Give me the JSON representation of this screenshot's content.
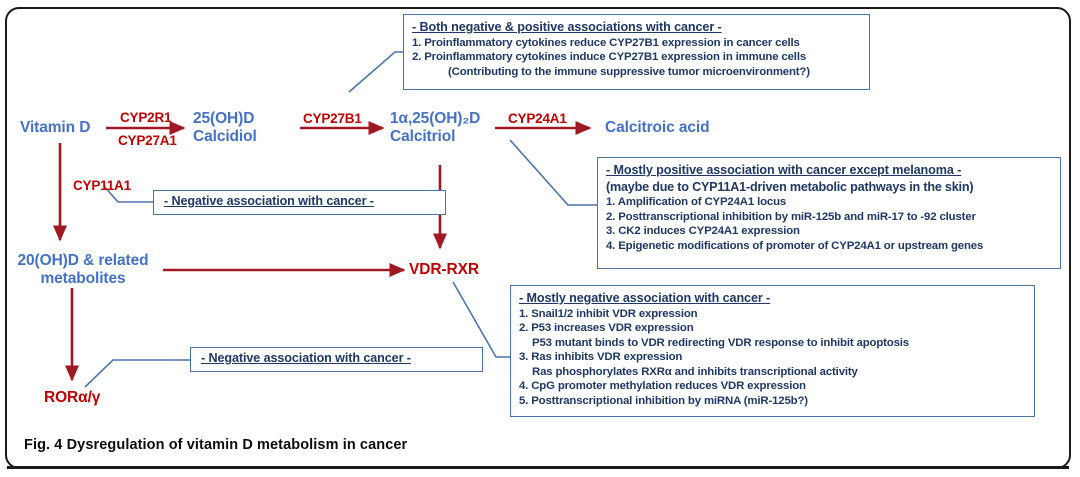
{
  "figure": {
    "caption": "Fig. 4 Dysregulation of vitamin D metabolism in cancer",
    "colors": {
      "metabolite_blue": "#4472C4",
      "enzyme_red": "#C00000",
      "arrow_red": "#A01822",
      "box_border_blue": "#4A74AD",
      "box_text_navy": "#1F3864",
      "frame_black": "#1A1A1A"
    }
  },
  "nodes": {
    "vitamin_d": "Vitamin D",
    "calcidiol": "25(OH)D\nCalcidiol",
    "calcitriol": "1α,25(OH)₂D\nCalcitriol",
    "calcitroic_acid": "Calcitroic acid",
    "hydroxy20d": "20(OH)D & related\nmetabolites",
    "vdr_rxr": "VDR-RXR",
    "ror": "RORα/γ"
  },
  "enzymes": {
    "cyp2r1": "CYP2R1",
    "cyp27a1": "CYP27A1",
    "cyp27b1": "CYP27B1",
    "cyp24a1": "CYP24A1",
    "cyp11a1": "CYP11A1"
  },
  "boxes": {
    "cyp27b1_box": {
      "heading": "- Both negative & positive associations with cancer -",
      "items": [
        "1. Proinflammatory cytokines reduce CYP27B1 expression in cancer cells",
        "2. Proinflammatory cytokines induce CYP27B1 expression in immune cells",
        "(Contributing to the immune suppressive tumor microenvironment?)"
      ]
    },
    "cyp11a1_box": {
      "heading": "- Negative association with cancer -"
    },
    "cyp24a1_box": {
      "heading": "- Mostly positive association with cancer except melanoma -",
      "subheading": "(maybe due to CYP11A1-driven metabolic pathways in the skin)",
      "items": [
        "1. Amplification of CYP24A1 locus",
        "2. Posttranscriptional inhibition by miR-125b and miR-17 to -92 cluster",
        "3. CK2 induces CYP24A1 expression",
        "4. Epigenetic modifications of promoter of CYP24A1 or upstream genes"
      ]
    },
    "vdr_box": {
      "heading": "- Mostly negative association with cancer -",
      "items": [
        "1. Snail1/2 inhibit VDR expression",
        "2. P53 increases VDR expression",
        "P53 mutant binds to VDR redirecting VDR response to inhibit apoptosis",
        "3. Ras inhibits VDR expression",
        "Ras phosphorylates RXRα and inhibits transcriptional activity",
        "4. CpG promoter methylation reduces VDR expression",
        "5. Posttranscriptional inhibition by miRNA (miR-125b?)"
      ]
    },
    "ror_box": {
      "heading": "- Negative association with cancer -"
    }
  },
  "chart_data": {
    "type": "diagram",
    "title": "Dysregulation of vitamin D metabolism in cancer",
    "edges": [
      {
        "from": "Vitamin D",
        "to": "25(OH)D Calcidiol",
        "labels": [
          "CYP2R1",
          "CYP27A1"
        ]
      },
      {
        "from": "25(OH)D Calcidiol",
        "to": "1α,25(OH)₂D Calcitriol",
        "labels": [
          "CYP27B1"
        ]
      },
      {
        "from": "1α,25(OH)₂D Calcitriol",
        "to": "Calcitroic acid",
        "labels": [
          "CYP24A1"
        ]
      },
      {
        "from": "1α,25(OH)₂D Calcitriol",
        "to": "VDR-RXR",
        "labels": []
      },
      {
        "from": "Vitamin D",
        "to": "20(OH)D & related metabolites",
        "labels": [
          "CYP11A1"
        ]
      },
      {
        "from": "20(OH)D & related metabolites",
        "to": "VDR-RXR",
        "labels": []
      },
      {
        "from": "20(OH)D & related metabolites",
        "to": "RORα/γ",
        "labels": []
      }
    ]
  }
}
